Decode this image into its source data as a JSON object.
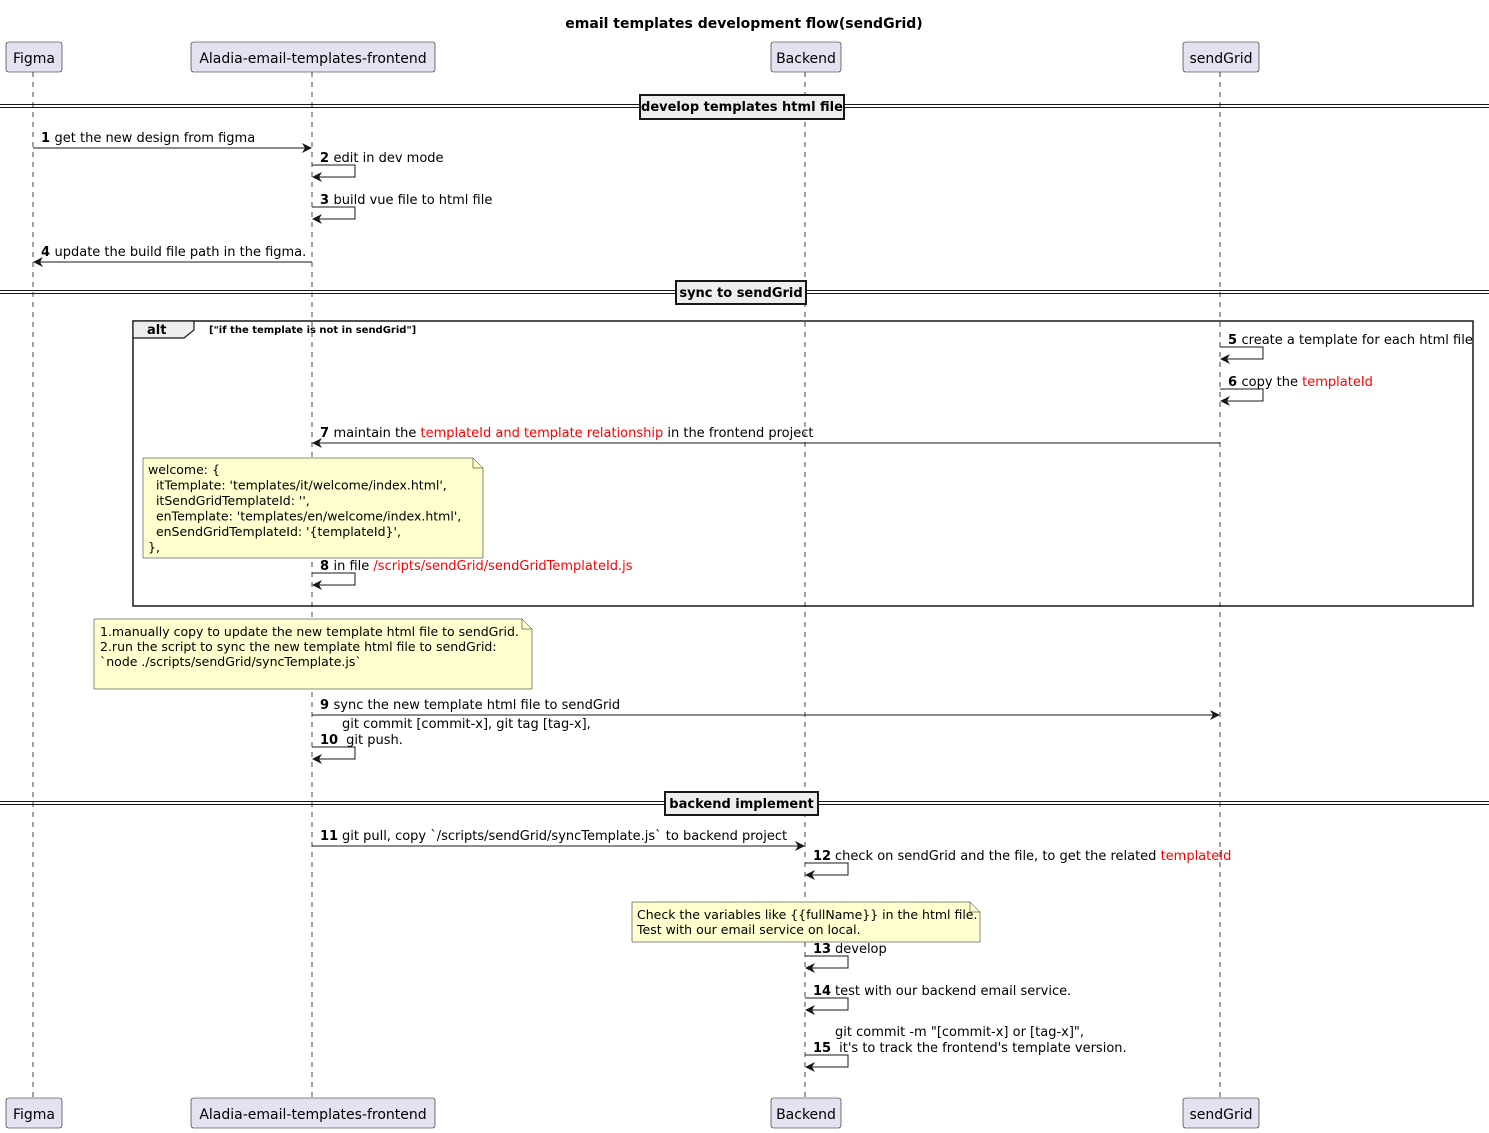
{
  "title": "email templates development flow(sendGrid)",
  "participants": [
    {
      "id": "figma",
      "label": "Figma"
    },
    {
      "id": "frontend",
      "label": "Aladia-email-templates-frontend"
    },
    {
      "id": "backend",
      "label": "Backend"
    },
    {
      "id": "sendgrid",
      "label": "sendGrid"
    }
  ],
  "sections": [
    {
      "id": "develop",
      "label": "develop templates html file"
    },
    {
      "id": "sync",
      "label": "sync to sendGrid"
    },
    {
      "id": "backend-impl",
      "label": "backend implement"
    }
  ],
  "alt": {
    "keyword": "alt",
    "guard": "[\"if the template is not in sendGrid\"]"
  },
  "messages": [
    {
      "num": "1",
      "from": "figma",
      "to": "frontend",
      "parts": [
        {
          "text": "get the new design from figma"
        }
      ]
    },
    {
      "num": "2",
      "from": "frontend",
      "to": "frontend",
      "parts": [
        {
          "text": "edit in dev mode"
        }
      ]
    },
    {
      "num": "3",
      "from": "frontend",
      "to": "frontend",
      "parts": [
        {
          "text": "build vue file to html file"
        }
      ]
    },
    {
      "num": "4",
      "from": "frontend",
      "to": "figma",
      "parts": [
        {
          "text": "update the build file path in the figma."
        }
      ]
    },
    {
      "num": "5",
      "from": "sendgrid",
      "to": "sendgrid",
      "parts": [
        {
          "text": "create a template for each html file"
        }
      ]
    },
    {
      "num": "6",
      "from": "sendgrid",
      "to": "sendgrid",
      "parts": [
        {
          "text": "copy the "
        },
        {
          "text": "templateId",
          "red": true
        }
      ]
    },
    {
      "num": "7",
      "from": "sendgrid",
      "to": "frontend",
      "parts": [
        {
          "text": "maintain the "
        },
        {
          "text": "templateId and template relationship",
          "red": true
        },
        {
          "text": " in the frontend project"
        }
      ]
    },
    {
      "num": "8",
      "from": "frontend",
      "to": "frontend",
      "parts": [
        {
          "text": "in file "
        },
        {
          "text": "/scripts/sendGrid/sendGridTemplateId.js",
          "red": true
        }
      ]
    },
    {
      "num": "9",
      "from": "frontend",
      "to": "sendgrid",
      "parts": [
        {
          "text": "sync the new template html file to sendGrid"
        }
      ]
    },
    {
      "num": "10",
      "from": "frontend",
      "to": "frontend",
      "lines": [
        "git commit [commit-x], git tag [tag-x],",
        " git push."
      ]
    },
    {
      "num": "11",
      "from": "frontend",
      "to": "backend",
      "parts": [
        {
          "text": "git pull, copy `/scripts/sendGrid/syncTemplate.js` to backend project"
        }
      ]
    },
    {
      "num": "12",
      "from": "backend",
      "to": "backend",
      "parts": [
        {
          "text": "check on sendGrid and the file, to get the related "
        },
        {
          "text": "templateId",
          "red": true
        }
      ]
    },
    {
      "num": "13",
      "from": "backend",
      "to": "backend",
      "parts": [
        {
          "text": "develop"
        }
      ]
    },
    {
      "num": "14",
      "from": "backend",
      "to": "backend",
      "parts": [
        {
          "text": "test with our backend email service."
        }
      ]
    },
    {
      "num": "15",
      "from": "backend",
      "to": "backend",
      "lines": [
        "git commit -m \"[commit-x] or [tag-x]\",",
        " it's to track the frontend's template version."
      ]
    }
  ],
  "notes": [
    {
      "id": "note-welcome",
      "lines": [
        "welcome: {",
        "  itTemplate: 'templates/it/welcome/index.html',",
        "  itSendGridTemplateId: '',",
        "  enTemplate: 'templates/en/welcome/index.html',",
        "  enSendGridTemplateId: '{templateId}',",
        "},"
      ]
    },
    {
      "id": "note-sync",
      "lines": [
        "1.manually copy to update the new template html file to sendGrid.",
        "2.run the script to sync the new template html file to sendGrid:",
        "`node ./scripts/sendGrid/syncTemplate.js`"
      ]
    },
    {
      "id": "note-check",
      "lines": [
        "Check the variables like {{fullName}} in the html file.",
        "Test with our email service on local."
      ]
    }
  ],
  "colors": {
    "participant_fill": "#e2e2f0",
    "participant_border": "#181818",
    "note_fill": "#fefece",
    "highlight": "#ff0000",
    "line": "#181818",
    "lifeline": "#181818"
  }
}
